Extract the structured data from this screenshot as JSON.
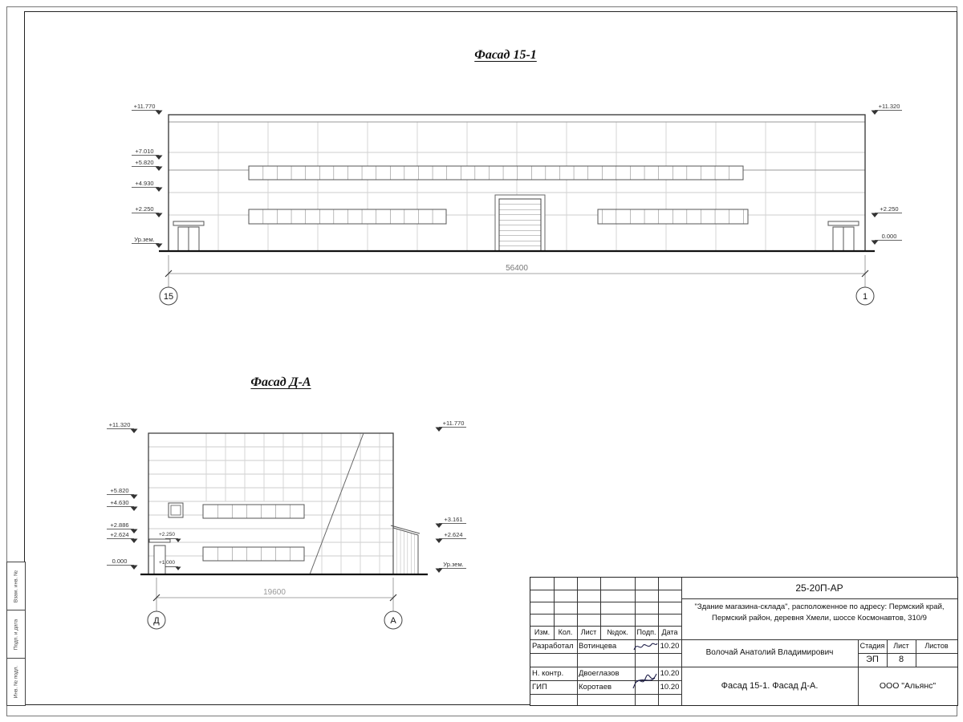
{
  "titles": {
    "facade1": "Фасад 15-1",
    "facade2": "Фасад Д-А"
  },
  "facade1": {
    "levels_left": [
      "+11.770",
      "+7.010",
      "+5.820",
      "+4.930",
      "+2.250",
      "Ур.зем."
    ],
    "levels_right": [
      "+11.320",
      "+2.250",
      "0.000"
    ],
    "dim": "56400",
    "axes": [
      "15",
      "1"
    ]
  },
  "facade2": {
    "levels_left": [
      "+11.320",
      "+5.820",
      "+4.630",
      "+2.886",
      "+2.624",
      "0.000"
    ],
    "levels_inner": [
      "+2.250",
      "+1.000"
    ],
    "levels_right": [
      "+11.770",
      "+3.161",
      "+2.624",
      "Ур.зем."
    ],
    "dim": "19600",
    "axes": [
      "Д",
      "А"
    ]
  },
  "margin": {
    "labels": [
      "Взам. инв. №",
      "Подп. и дата",
      "Инв. № подл."
    ]
  },
  "titleblock": {
    "doc": "25-20П-АР",
    "project1": "\"Здание магазина-склада\", расположенное по адресу: Пермский край,",
    "project2": "Пермский район, деревня Хмели, шоссе Космонавтов, 310/9",
    "cols": {
      "izm": "Изм.",
      "kol": "Кол.",
      "list": "Лист",
      "ndoc": "№док.",
      "podp": "Подп.",
      "data": "Дата"
    },
    "roles": {
      "dev": "Разработал",
      "ncontr": "Н. контр.",
      "gip": "ГИП"
    },
    "names": {
      "dev": "Вотинцева",
      "ncontr": "Двоеглазов",
      "gip": "Коротаев"
    },
    "dates": {
      "dev": "10.20",
      "ncontr": "10.20",
      "gip": "10.20"
    },
    "chief": "Волочай Анатолий Владимирович",
    "stage_label": "Стадия",
    "list_label": "Лист",
    "listov_label": "Листов",
    "stage": "ЭП",
    "sheet": "8",
    "drawing_title": "Фасад 15-1. Фасад Д-А.",
    "company": "ООО \"Альянс\""
  }
}
